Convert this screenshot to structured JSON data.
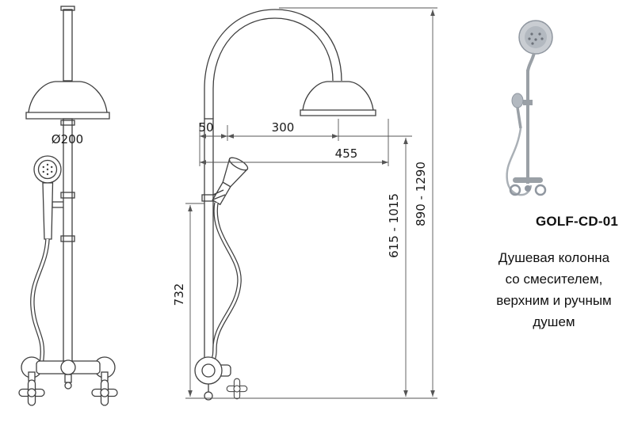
{
  "drawing": {
    "front_view": {
      "diameter_label": "Ø200"
    },
    "side_view": {
      "offset_label": "50",
      "reach_label": "300",
      "total_reach_label": "455",
      "hose_height_label": "732",
      "column_range_label": "615 - 1015",
      "total_height_label": "890 - 1290"
    }
  },
  "product": {
    "code": "GOLF-CD-01",
    "description": [
      "Душевая колонна",
      "со смесителем,",
      "верхним и ручным душем"
    ]
  },
  "colors": {
    "line": "#3f3f3f",
    "dimension": "#555555",
    "text": "#1a1a1a"
  }
}
